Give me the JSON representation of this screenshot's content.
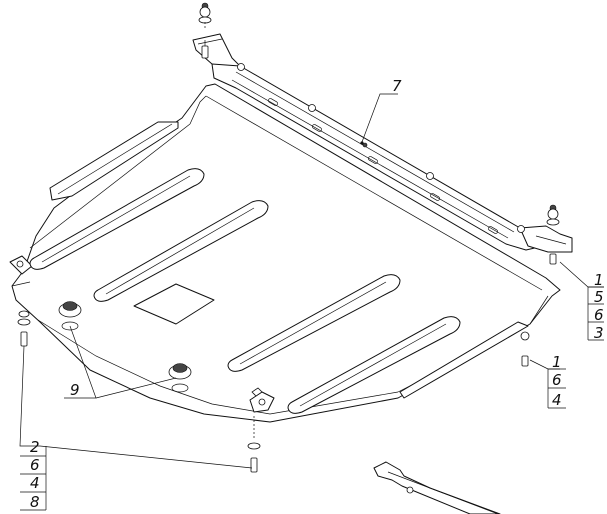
{
  "callouts": {
    "main_plate": "7",
    "rubber_plugs": "9",
    "right_upper": [
      "1",
      "5",
      "6",
      "3"
    ],
    "right_lower": [
      "1",
      "6",
      "4"
    ],
    "left_lower": [
      "2",
      "6",
      "4",
      "8"
    ]
  }
}
